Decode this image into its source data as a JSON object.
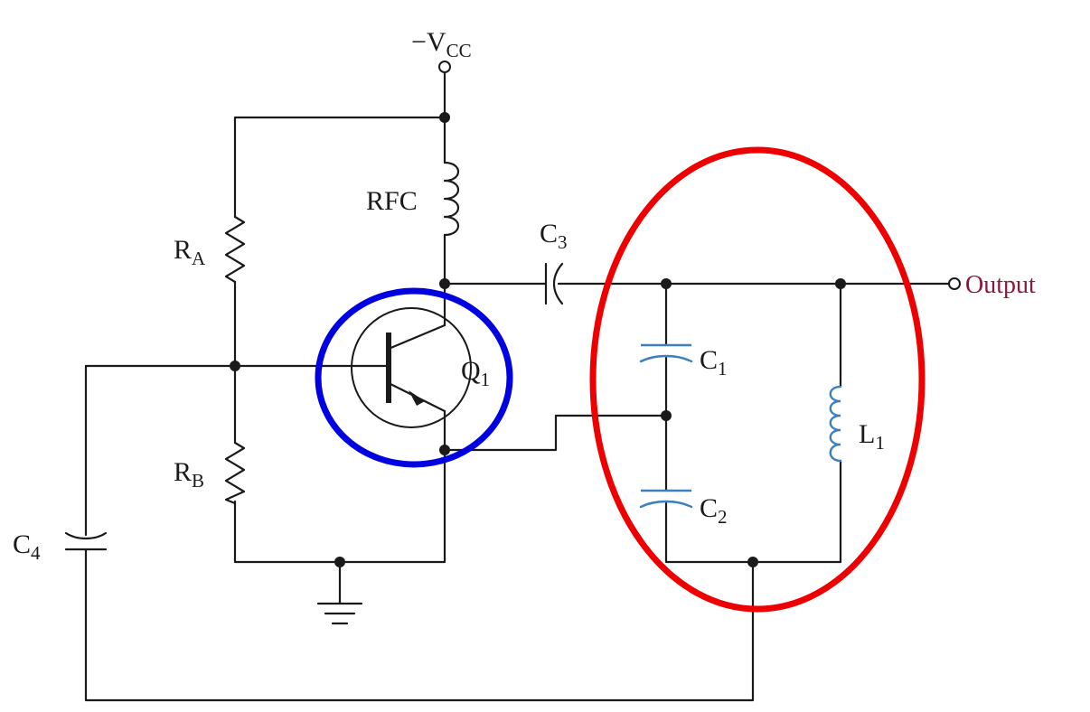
{
  "labels": {
    "vcc": {
      "main": "−V",
      "sub": "CC"
    },
    "rfc": "RFC",
    "ra": {
      "main": "R",
      "sub": "A"
    },
    "rb": {
      "main": "R",
      "sub": "B"
    },
    "c1": {
      "main": "C",
      "sub": "1"
    },
    "c2": {
      "main": "C",
      "sub": "2"
    },
    "c3": {
      "main": "C",
      "sub": "3"
    },
    "c4": {
      "main": "C",
      "sub": "4"
    },
    "l1": {
      "main": "L",
      "sub": "1"
    },
    "q1": {
      "main": "Q",
      "sub": "1"
    },
    "output": "Output"
  },
  "colors": {
    "wire": "#1a1a1a",
    "tank_components": "#3e7fbf",
    "output_label": "#8b1a3a",
    "transistor_highlight": "#0000e0",
    "tank_highlight": "#ee0000"
  }
}
